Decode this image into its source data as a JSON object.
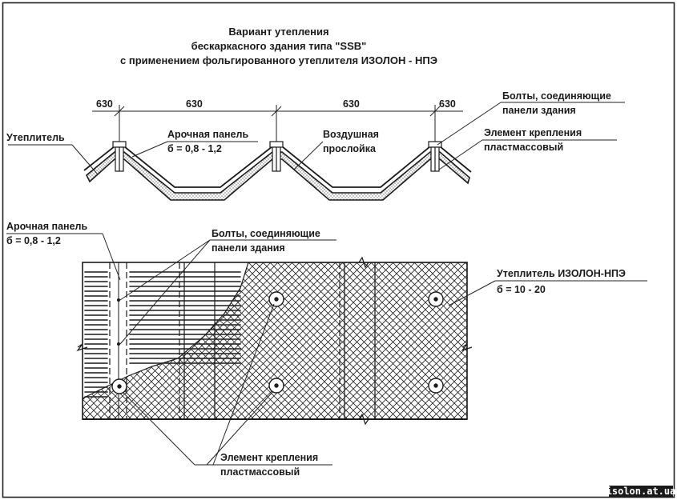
{
  "title": {
    "line1": "Вариант утепления",
    "line2": "бескаркасного здания типа \"SSB\"",
    "line3": "с применением фольгированного утеплителя ИЗОЛОН - НПЭ"
  },
  "section": {
    "dims": [
      "630",
      "630",
      "630",
      "630"
    ],
    "insulation_label": "Утеплитель",
    "arch_panel": {
      "line1": "Арочная панель",
      "line2": "б = 0,8 - 1,2"
    },
    "air_gap": {
      "line1": "Воздушная",
      "line2": "прослойка"
    },
    "bolts": {
      "line1": "Болты, соединяющие",
      "line2": "панели здания"
    },
    "fastener": {
      "line1": "Элемент крепления",
      "line2": "пластмассовый"
    }
  },
  "plan": {
    "arch_panel": {
      "line1": "Арочная панель",
      "line2": "б = 0,8 - 1,2"
    },
    "bolts": {
      "line1": "Болты, соединяющие",
      "line2": "панели здания"
    },
    "insulation": {
      "line1": "Утеплитель ИЗОЛОН-НПЭ",
      "line2": "б = 10 - 20"
    },
    "fastener": {
      "line1": "Элемент крепления",
      "line2": "пластмассовый"
    }
  },
  "watermark": "isolon.at.ua"
}
